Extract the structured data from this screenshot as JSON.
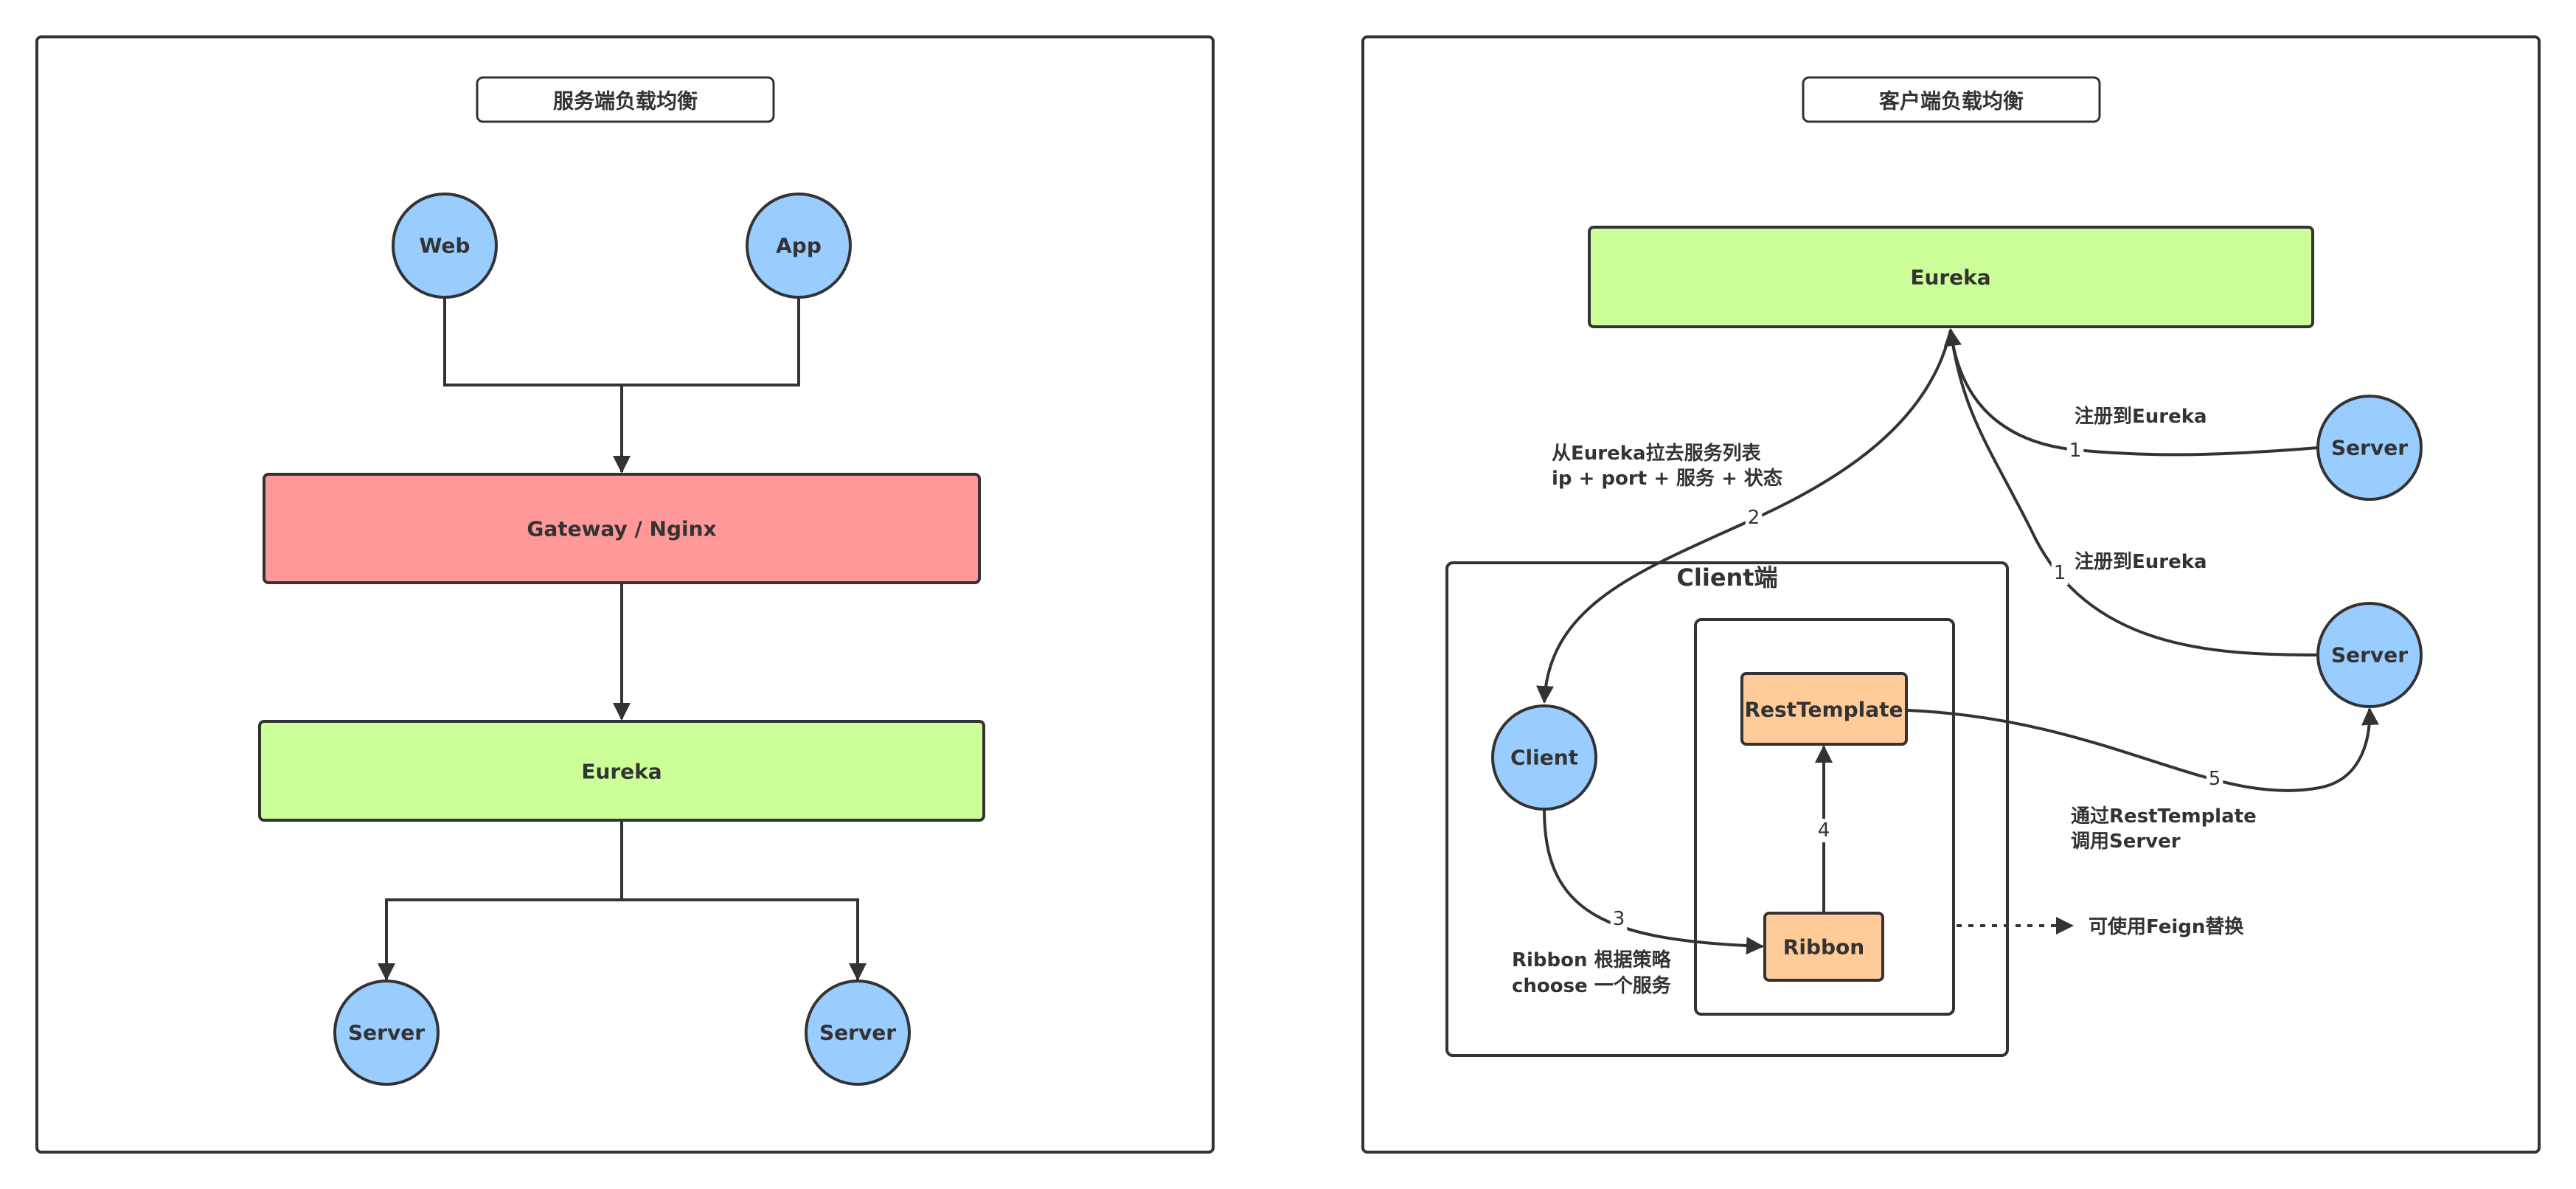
{
  "left_panel": {
    "title": "服务端负载均衡",
    "web": "Web",
    "app": "App",
    "gateway": "Gateway / Nginx",
    "eureka": "Eureka",
    "server_left": "Server",
    "server_right": "Server"
  },
  "right_panel": {
    "title": "客户端负载均衡",
    "eureka": "Eureka",
    "server_top": "Server",
    "server_mid": "Server",
    "client_group": "Client端",
    "client": "Client",
    "rest_template": "RestTemplate",
    "ribbon": "Ribbon",
    "edge_1a_note": "注册到Eureka",
    "edge_1a_num": "1",
    "edge_1b_note": "注册到Eureka",
    "edge_1b_num": "1",
    "edge_2_note_line1": "从Eureka拉去服务列表",
    "edge_2_note_line2": "ip + port + 服务 + 状态",
    "edge_2_num": "2",
    "edge_3_note_line1": "Ribbon 根据策略",
    "edge_3_note_line2": "choose 一个服务",
    "edge_3_num": "3",
    "edge_4_num": "4",
    "edge_5_note_line1": "通过RestTemplate",
    "edge_5_note_line2": "调用Server",
    "edge_5_num": "5",
    "feign_note": "可使用Feign替换"
  },
  "colors": {
    "panel_border": "#333333",
    "circle_fill": "#99ccff",
    "gateway_fill": "#ff9999",
    "eureka_fill": "#ccff99",
    "orange_fill": "#ffcc99",
    "line": "#333333"
  }
}
